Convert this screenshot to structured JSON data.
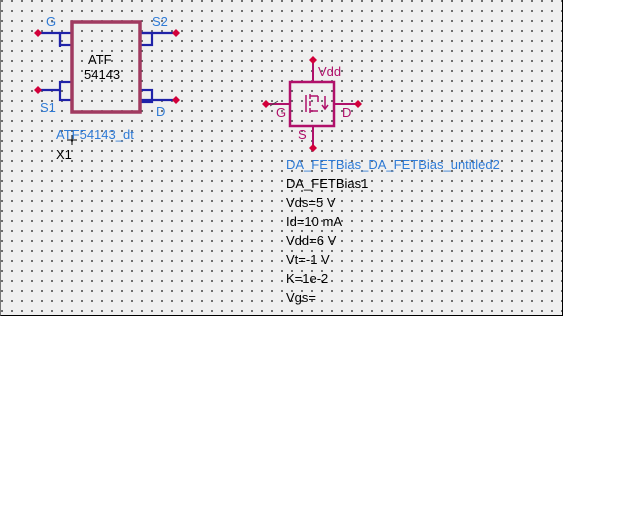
{
  "colors": {
    "canvas_bg": "#efefef",
    "grid_dot": "#4a4a4a",
    "wire_blue": "#1f22a8",
    "body_maroon": "#a03a60",
    "pin_red": "#d2003a",
    "text_blue": "#2f7bd6",
    "magenta": "#b0106a"
  },
  "transistor": {
    "pins": {
      "g": "G",
      "s2": "S2",
      "s1": "S1",
      "d": "D"
    },
    "body_text_line1": "ATF",
    "body_text_line2": "54143",
    "model_name": "ATF54143_dt",
    "instance_name": "X1"
  },
  "fetbias": {
    "icon": "mosfet-icon",
    "pins": {
      "vdd": "Vdd",
      "g": "G",
      "d": "D",
      "s": "S"
    },
    "component_name": "DA_FETBias_DA_FETBias_untitled2",
    "instance_name": "DA_FETBias1",
    "params": {
      "vds": "Vds=5 V",
      "id": "Id=10 mA",
      "vdd": "Vdd=6 V",
      "vt": "Vt=-1 V",
      "k": "K=1e-2",
      "vgs": "Vgs="
    }
  }
}
